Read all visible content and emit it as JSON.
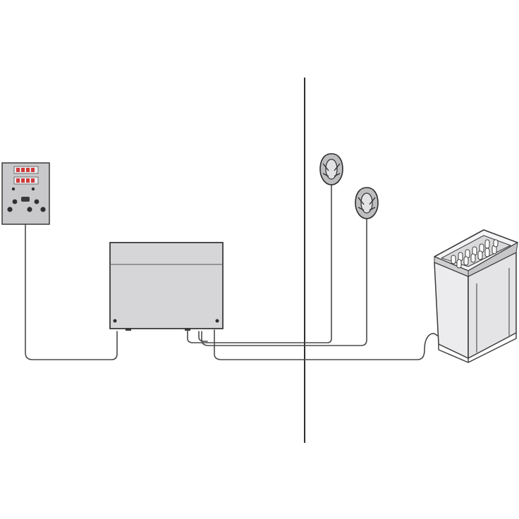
{
  "diagram": {
    "components": [
      {
        "id": "control-panel",
        "icon": "control-panel-icon"
      },
      {
        "id": "power-unit",
        "icon": "power-box-icon"
      },
      {
        "id": "sensor-1",
        "icon": "temperature-sensor-icon"
      },
      {
        "id": "sensor-2",
        "icon": "temperature-sensor-icon"
      },
      {
        "id": "heater",
        "icon": "sauna-heater-icon"
      }
    ],
    "connections": [
      {
        "from": "control-panel",
        "to": "power-unit"
      },
      {
        "from": "power-unit",
        "to": "sensor-1"
      },
      {
        "from": "power-unit",
        "to": "sensor-2"
      },
      {
        "from": "power-unit",
        "to": "heater"
      }
    ],
    "colors": {
      "stroke": "#3a3a3a",
      "panel_fill": "#c9c9cb",
      "box_fill": "#d6d6d8",
      "display_digits": "#d23a3a",
      "background": "#ffffff"
    }
  }
}
